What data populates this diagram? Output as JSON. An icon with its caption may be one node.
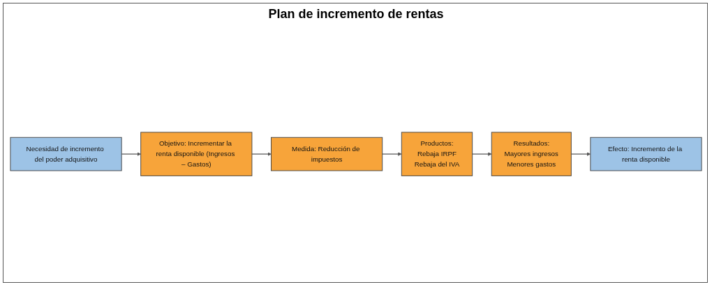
{
  "diagram": {
    "title": "Plan de incremento de rentas",
    "nodes": [
      {
        "text": [
          "Necesidad de incremento del poder adquisitivo"
        ]
      },
      {
        "text": [
          "Objetivo: Incrementar la renta disponible (Ingresos – Gastos)"
        ]
      },
      {
        "text": [
          "Medida: Reducción de impuestos"
        ]
      },
      {
        "text": [
          "Productos:",
          "Rebaja IRPF",
          "Rebaja del IVA"
        ]
      },
      {
        "text": [
          "Resultados:",
          "Mayores ingresos",
          "Menores gastos"
        ]
      },
      {
        "text": [
          "Efecto: Incremento de la renta disponible"
        ]
      }
    ],
    "edges": [
      {
        "from": 0,
        "to": 1,
        "arrow": "to"
      },
      {
        "from": 1,
        "to": 2,
        "arrow": "to"
      },
      {
        "from": 2,
        "to": 3,
        "arrow": "to"
      },
      {
        "from": 3,
        "to": 4,
        "arrow": "to"
      },
      {
        "from": 4,
        "to": 5,
        "arrow": "to"
      }
    ]
  }
}
